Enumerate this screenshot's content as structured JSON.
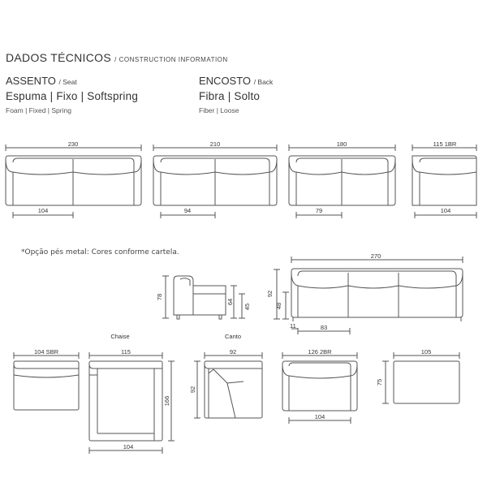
{
  "header": {
    "title": "DADOS TÉCNICOS",
    "subtitle": "/ CONSTRUCTION INFORMATION"
  },
  "seat": {
    "heading": "ASSENTO",
    "heading_en": "/ Seat",
    "values": "Espuma | Fixo | Softspring",
    "values_en": "Foam | Fixed | Spring"
  },
  "back": {
    "heading": "ENCOSTO",
    "heading_en": "/ Back",
    "values": "Fibra | Solto",
    "values_en": "Fiber | Loose"
  },
  "note": "*Opção pés metal: Cores conforme cartela.",
  "dimensions": {
    "sofa_230": {
      "width": "230",
      "seat": "104"
    },
    "sofa_210": {
      "width": "210",
      "seat": "94"
    },
    "sofa_180": {
      "width": "180",
      "seat": "79"
    },
    "module_115_1br": {
      "width": "115 1BR",
      "seat": "104"
    },
    "side_view": {
      "height": "78",
      "arm": "64",
      "seat": "45"
    },
    "sofa_270": {
      "width": "270",
      "height": "92",
      "back": "48",
      "leg": "11",
      "cushion": "83"
    },
    "module_104_sbr": {
      "width": "104 SBR"
    },
    "chaise": {
      "label": "Chaise",
      "width": "115",
      "depth": "166",
      "seat": "104"
    },
    "corner": {
      "label": "Canto",
      "width": "92",
      "depth": "92"
    },
    "module_126_2br": {
      "width": "126 2BR",
      "seat": "104"
    },
    "pouf": {
      "width": "105",
      "depth": "75"
    }
  },
  "colors": {
    "line": "#555555",
    "text": "#333333"
  }
}
